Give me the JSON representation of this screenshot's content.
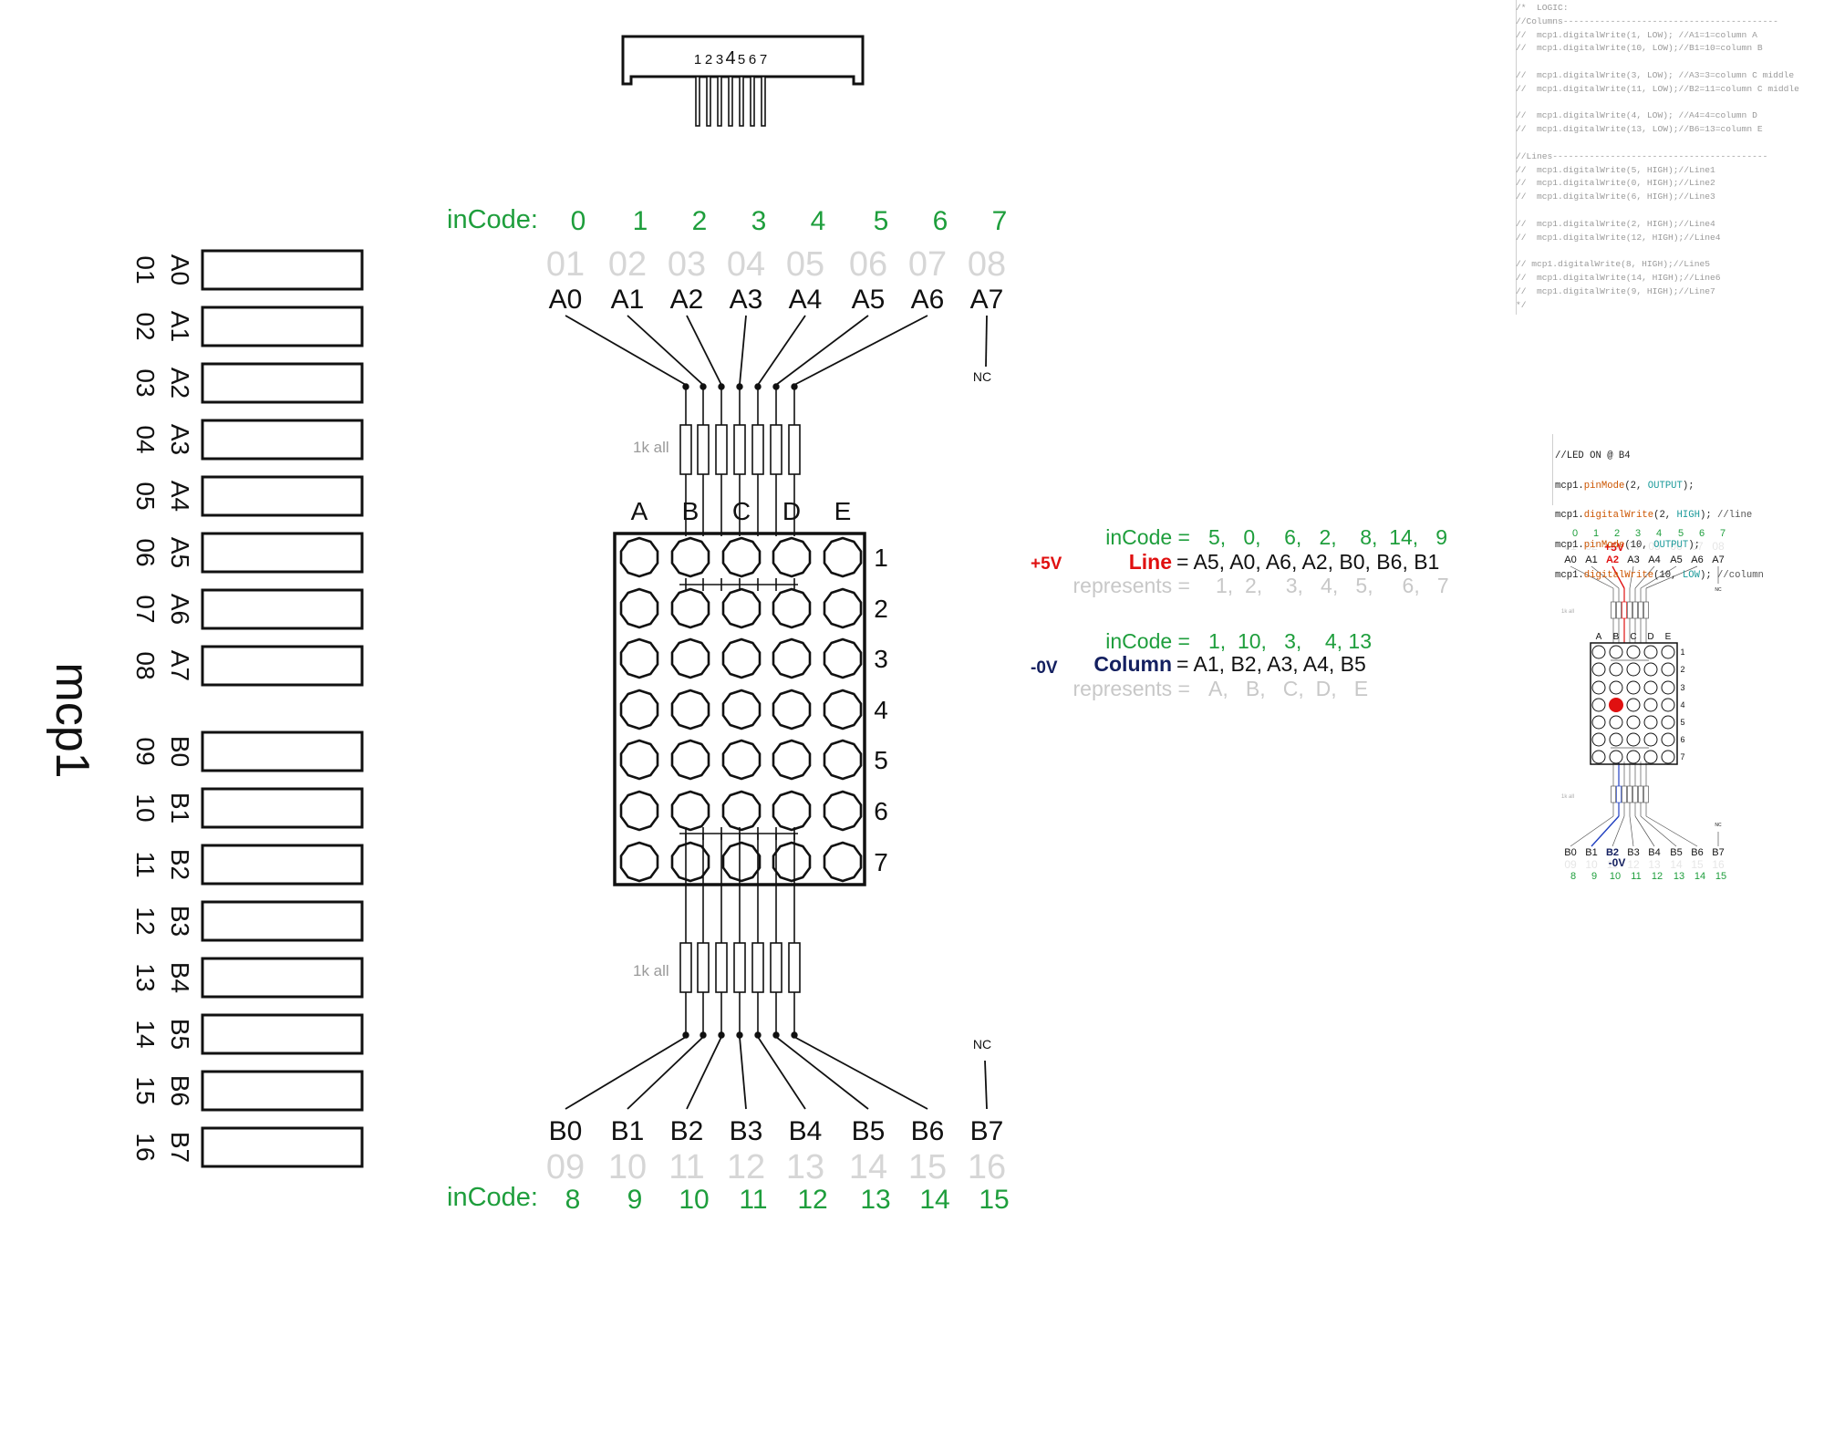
{
  "connector": {
    "pins": [
      "1",
      "2",
      "3",
      "4",
      "5",
      "6",
      "7"
    ]
  },
  "mcp": {
    "title": "mcp1",
    "pins": [
      {
        "num": "01",
        "name": "A0"
      },
      {
        "num": "02",
        "name": "A1"
      },
      {
        "num": "03",
        "name": "A2"
      },
      {
        "num": "04",
        "name": "A3"
      },
      {
        "num": "05",
        "name": "A4"
      },
      {
        "num": "06",
        "name": "A5"
      },
      {
        "num": "07",
        "name": "A6"
      },
      {
        "num": "08",
        "name": "A7"
      },
      {
        "num": "09",
        "name": "B0"
      },
      {
        "num": "10",
        "name": "B1"
      },
      {
        "num": "11",
        "name": "B2"
      },
      {
        "num": "12",
        "name": "B3"
      },
      {
        "num": "13",
        "name": "B4"
      },
      {
        "num": "14",
        "name": "B5"
      },
      {
        "num": "15",
        "name": "B6"
      },
      {
        "num": "16",
        "name": "B7"
      }
    ]
  },
  "top_header": {
    "incode_label": "inCode:",
    "incodes": [
      "0",
      "1",
      "2",
      "3",
      "4",
      "5",
      "6",
      "7"
    ],
    "pin_numbers": [
      "01",
      "02",
      "03",
      "04",
      "05",
      "06",
      "07",
      "08"
    ],
    "pin_names": [
      "A0",
      "A1",
      "A2",
      "A3",
      "A4",
      "A5",
      "A6",
      "A7"
    ],
    "nc_label": "NC"
  },
  "bottom_header": {
    "incode_label": "inCode:",
    "incodes": [
      "8",
      "9",
      "10",
      "11",
      "12",
      "13",
      "14",
      "15"
    ],
    "pin_numbers": [
      "09",
      "10",
      "11",
      "12",
      "13",
      "14",
      "15",
      "16"
    ],
    "pin_names": [
      "B0",
      "B1",
      "B2",
      "B3",
      "B4",
      "B5",
      "B6",
      "B7"
    ],
    "nc_label": "NC"
  },
  "resistors": {
    "label": "1k all"
  },
  "matrix": {
    "columns": [
      "A",
      "B",
      "C",
      "D",
      "E"
    ],
    "rows": [
      "1",
      "2",
      "3",
      "4",
      "5",
      "6",
      "7"
    ]
  },
  "mapping": {
    "line": {
      "voltage": "+5V",
      "incode_label": "inCode =",
      "incode_values": "5,   0,    6,   2,    8,  14,   9",
      "label": "Line",
      "pins": "= A5, A0, A6, A2, B0, B6, B1",
      "represents_label": "represents =",
      "represents_values": "1,  2,    3,   4,   5,     6,   7"
    },
    "column": {
      "voltage": "-0V",
      "incode_label": "inCode =",
      "incode_values": "1,  10,   3,    4, 13",
      "label": "Column",
      "pins": "= A1, B2, A3, A4, B5",
      "represents_label": "represents =",
      "represents_values": "A,   B,   C,  D,   E"
    }
  },
  "logic_code": [
    "/*  LOGIC:",
    "//Columns-----------------------------------------",
    "//  mcp1.digitalWrite(1, LOW); //A1=1=column A",
    "//  mcp1.digitalWrite(10, LOW);//B1=10=column B",
    "",
    "//  mcp1.digitalWrite(3, LOW); //A3=3=column C middle",
    "//  mcp1.digitalWrite(11, LOW);//B2=11=column C middle",
    "",
    "//  mcp1.digitalWrite(4, LOW); //A4=4=column D",
    "//  mcp1.digitalWrite(13, LOW);//B6=13=column E",
    "",
    "//Lines-----------------------------------------",
    "//  mcp1.digitalWrite(5, HIGH);//Line1",
    "//  mcp1.digitalWrite(0, HIGH);//Line2",
    "//  mcp1.digitalWrite(6, HIGH);//Line3",
    "",
    "//  mcp1.digitalWrite(2, HIGH);//Line4",
    "//  mcp1.digitalWrite(12, HIGH);//Line4",
    "",
    "// mcp1.digitalWrite(8, HIGH);//Line5",
    "//  mcp1.digitalWrite(14, HIGH);//Line6",
    "//  mcp1.digitalWrite(9, HIGH);//Line7",
    "*/"
  ],
  "led_code": {
    "comment": "//LED ON @ B4",
    "l1": {
      "obj": "mcp1.",
      "fn": "pinMode",
      "args": "(2, ",
      "const": "OUTPUT",
      "end": ");"
    },
    "l2": {
      "obj": "mcp1.",
      "fn": "digitalWrite",
      "args": "(2, ",
      "const": "HIGH",
      "end": "); ",
      "cm": "//line"
    },
    "l3": {
      "obj": "mcp1.",
      "fn": "pinMode",
      "args": "(10, ",
      "const": "OUTPUT",
      "end": ");"
    },
    "l4": {
      "obj": "mcp1.",
      "fn": "digitalWrite",
      "args": "(10, ",
      "const": "LOW",
      "end": "); ",
      "cm": "//column"
    }
  },
  "mini_diagram": {
    "top_incodes": [
      "0",
      "1",
      "2",
      "3",
      "4",
      "5",
      "6",
      "7"
    ],
    "top_pin_numbers": [
      "01",
      "02",
      "03",
      "04",
      "05",
      "06",
      "07",
      "08"
    ],
    "top_pin_names": [
      "A0",
      "A1",
      "A2",
      "A3",
      "A4",
      "A5",
      "A6",
      "A7"
    ],
    "bottom_pin_names": [
      "B0",
      "B1",
      "B2",
      "B3",
      "B4",
      "B5",
      "B6",
      "B7"
    ],
    "bottom_pin_numbers": [
      "09",
      "10",
      "11",
      "12",
      "13",
      "14",
      "15",
      "16"
    ],
    "bottom_incodes": [
      "8",
      "9",
      "10",
      "11",
      "12",
      "13",
      "14",
      "15"
    ],
    "columns": [
      "A",
      "B",
      "C",
      "D",
      "E"
    ],
    "rows": [
      "1",
      "2",
      "3",
      "4",
      "5",
      "6",
      "7"
    ],
    "line_voltage": "+5V",
    "column_voltage": "-0V",
    "resistor_label": "1k all",
    "nc_label": "NC",
    "lit_led": {
      "row": 4,
      "col": "B"
    }
  },
  "colors": {
    "green": "#1e9e3c",
    "red": "#e01010",
    "navy": "#142060",
    "gray": "#9a9a9a",
    "ghost": "#d6d6d6",
    "black": "#111111"
  }
}
